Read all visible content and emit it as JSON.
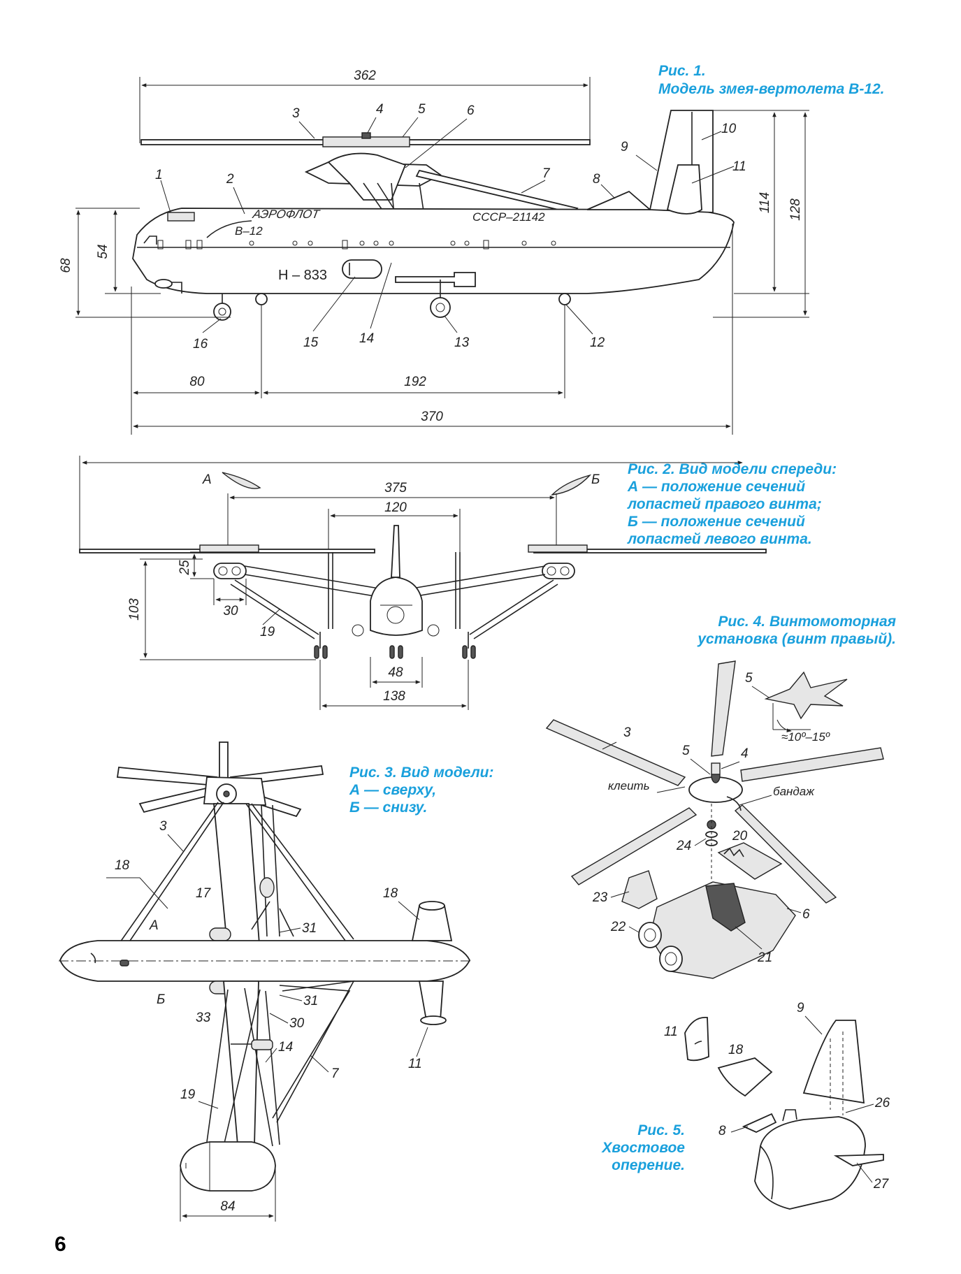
{
  "figures": {
    "fig1": {
      "caption_line1": "Рис. 1.",
      "caption_line2": "Модель змея-вертолета В-12.",
      "registration": "СССР–21142",
      "airline": "АЭРОФЛОТ",
      "model": "В–12",
      "side_code": "Н – 833",
      "dims": {
        "d362": "362",
        "d68": "68",
        "d54": "54",
        "d114": "114",
        "d128": "128",
        "d80": "80",
        "d192": "192",
        "d370": "370"
      },
      "parts": [
        "1",
        "2",
        "3",
        "4",
        "5",
        "6",
        "7",
        "8",
        "9",
        "10",
        "11",
        "12",
        "13",
        "14",
        "15",
        "16"
      ]
    },
    "fig2": {
      "caption_line1": "Рис. 2. Вид модели спереди:",
      "caption_line2": "А — положение сечений",
      "caption_line3": "лопастей правого винта;",
      "caption_line4": "Б — положение сечений",
      "caption_line5": "лопастей левого винта.",
      "letter_a": "А",
      "letter_b": "Б",
      "dims": {
        "d375": "375",
        "d120": "120",
        "d25": "25",
        "d30": "30",
        "d103": "103",
        "d48": "48",
        "d138": "138"
      },
      "part19": "19"
    },
    "fig3": {
      "caption_line1": "Рис. 3. Вид модели:",
      "caption_line2": "А — сверху,",
      "caption_line3": "Б — снизу.",
      "letter_a": "А",
      "letter_b": "Б",
      "dim84": "84",
      "parts": {
        "p3": "3",
        "p18a": "18",
        "p17": "17",
        "p18b": "18",
        "p31a": "31",
        "p31b": "31",
        "p33": "33",
        "p30": "30",
        "p14": "14",
        "p7": "7",
        "p11": "11",
        "p19": "19"
      }
    },
    "fig4": {
      "caption_line1": "Рис. 4. Винтомоторная",
      "caption_line2": "установка (винт правый).",
      "glue": "клеить",
      "bandage": "бандаж",
      "angle": "≈10º–15º",
      "parts": {
        "p5a": "5",
        "p3": "3",
        "p5b": "5",
        "p4": "4",
        "p20": "20",
        "p24": "24",
        "p23": "23",
        "p22": "22",
        "p21": "21",
        "p6": "6"
      }
    },
    "fig5": {
      "caption_line1": "Рис. 5.",
      "caption_line2": "Хвостовое",
      "caption_line3": "оперение.",
      "parts": {
        "p9": "9",
        "p11": "11",
        "p18": "18",
        "p26": "26",
        "p8": "8",
        "p27": "27"
      }
    }
  },
  "page_number": "6"
}
